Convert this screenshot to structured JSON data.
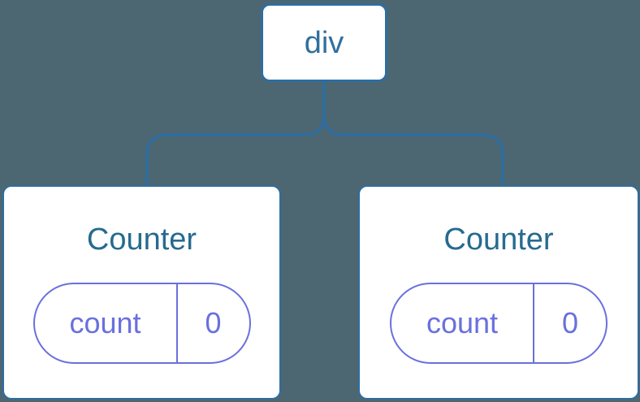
{
  "tree": {
    "root": {
      "label": "div"
    },
    "children": [
      {
        "title": "Counter",
        "state": {
          "name": "count",
          "value": "0"
        }
      },
      {
        "title": "Counter",
        "state": {
          "name": "count",
          "value": "0"
        }
      }
    ]
  },
  "colors": {
    "background": "#4c6772",
    "connector_blue": "#2e6da0",
    "root_label_blue": "#316f9d",
    "component_title_blue": "#266b8f",
    "state_purple": "#6a70dd",
    "card_background": "#ffffff"
  }
}
